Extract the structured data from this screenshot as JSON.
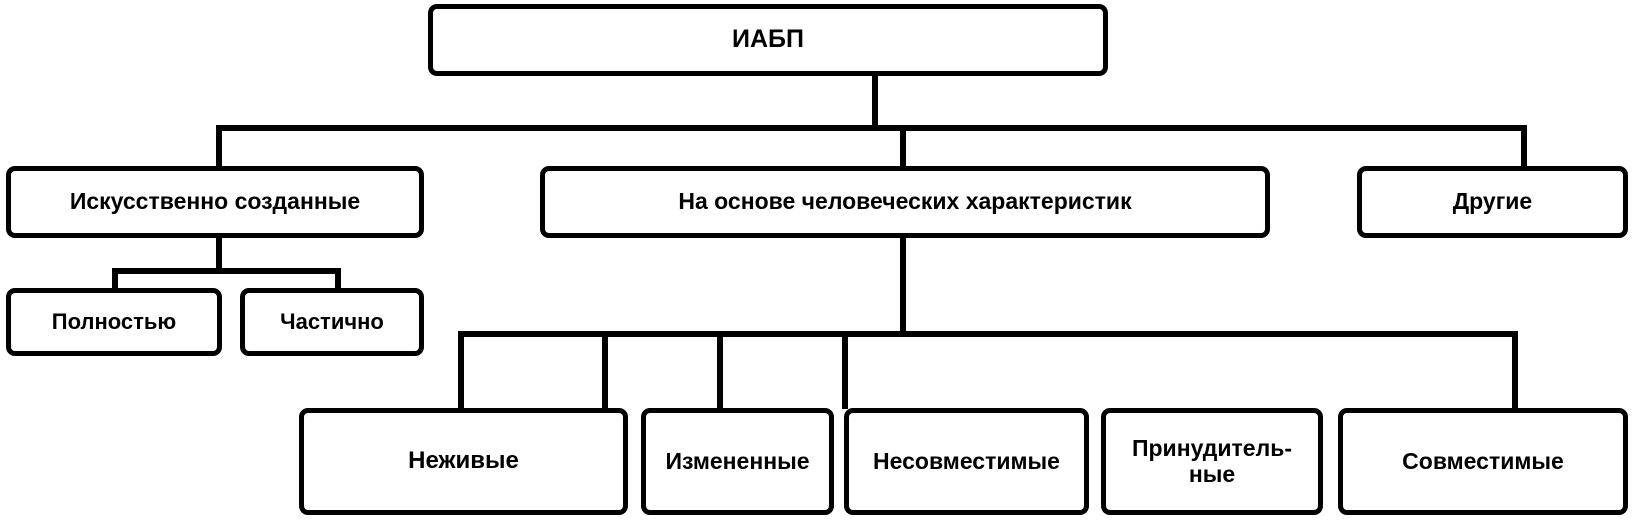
{
  "diagram": {
    "title_text": "ИАБП",
    "nodes": {
      "root": {
        "label": "ИАБП"
      },
      "level2": [
        {
          "id": "artificial",
          "label": "Искусственно созданные"
        },
        {
          "id": "human-based",
          "label": "На основе человеческих характеристик"
        },
        {
          "id": "others",
          "label": "Другие"
        }
      ],
      "artificial_children": [
        {
          "id": "fully",
          "label": "Полностью"
        },
        {
          "id": "partially",
          "label": "Частично"
        }
      ],
      "human_based_children": [
        {
          "id": "inanimate",
          "label": "Неживые"
        },
        {
          "id": "changed",
          "label": "Измененные"
        },
        {
          "id": "incompatible",
          "label": "Несовместимые"
        },
        {
          "id": "forced",
          "label": "Принудитель-\nные"
        },
        {
          "id": "compatible",
          "label": "Совместимые"
        }
      ]
    },
    "colors": {
      "stroke": "#000000",
      "fill": "#ffffff",
      "text": "#000000"
    }
  }
}
